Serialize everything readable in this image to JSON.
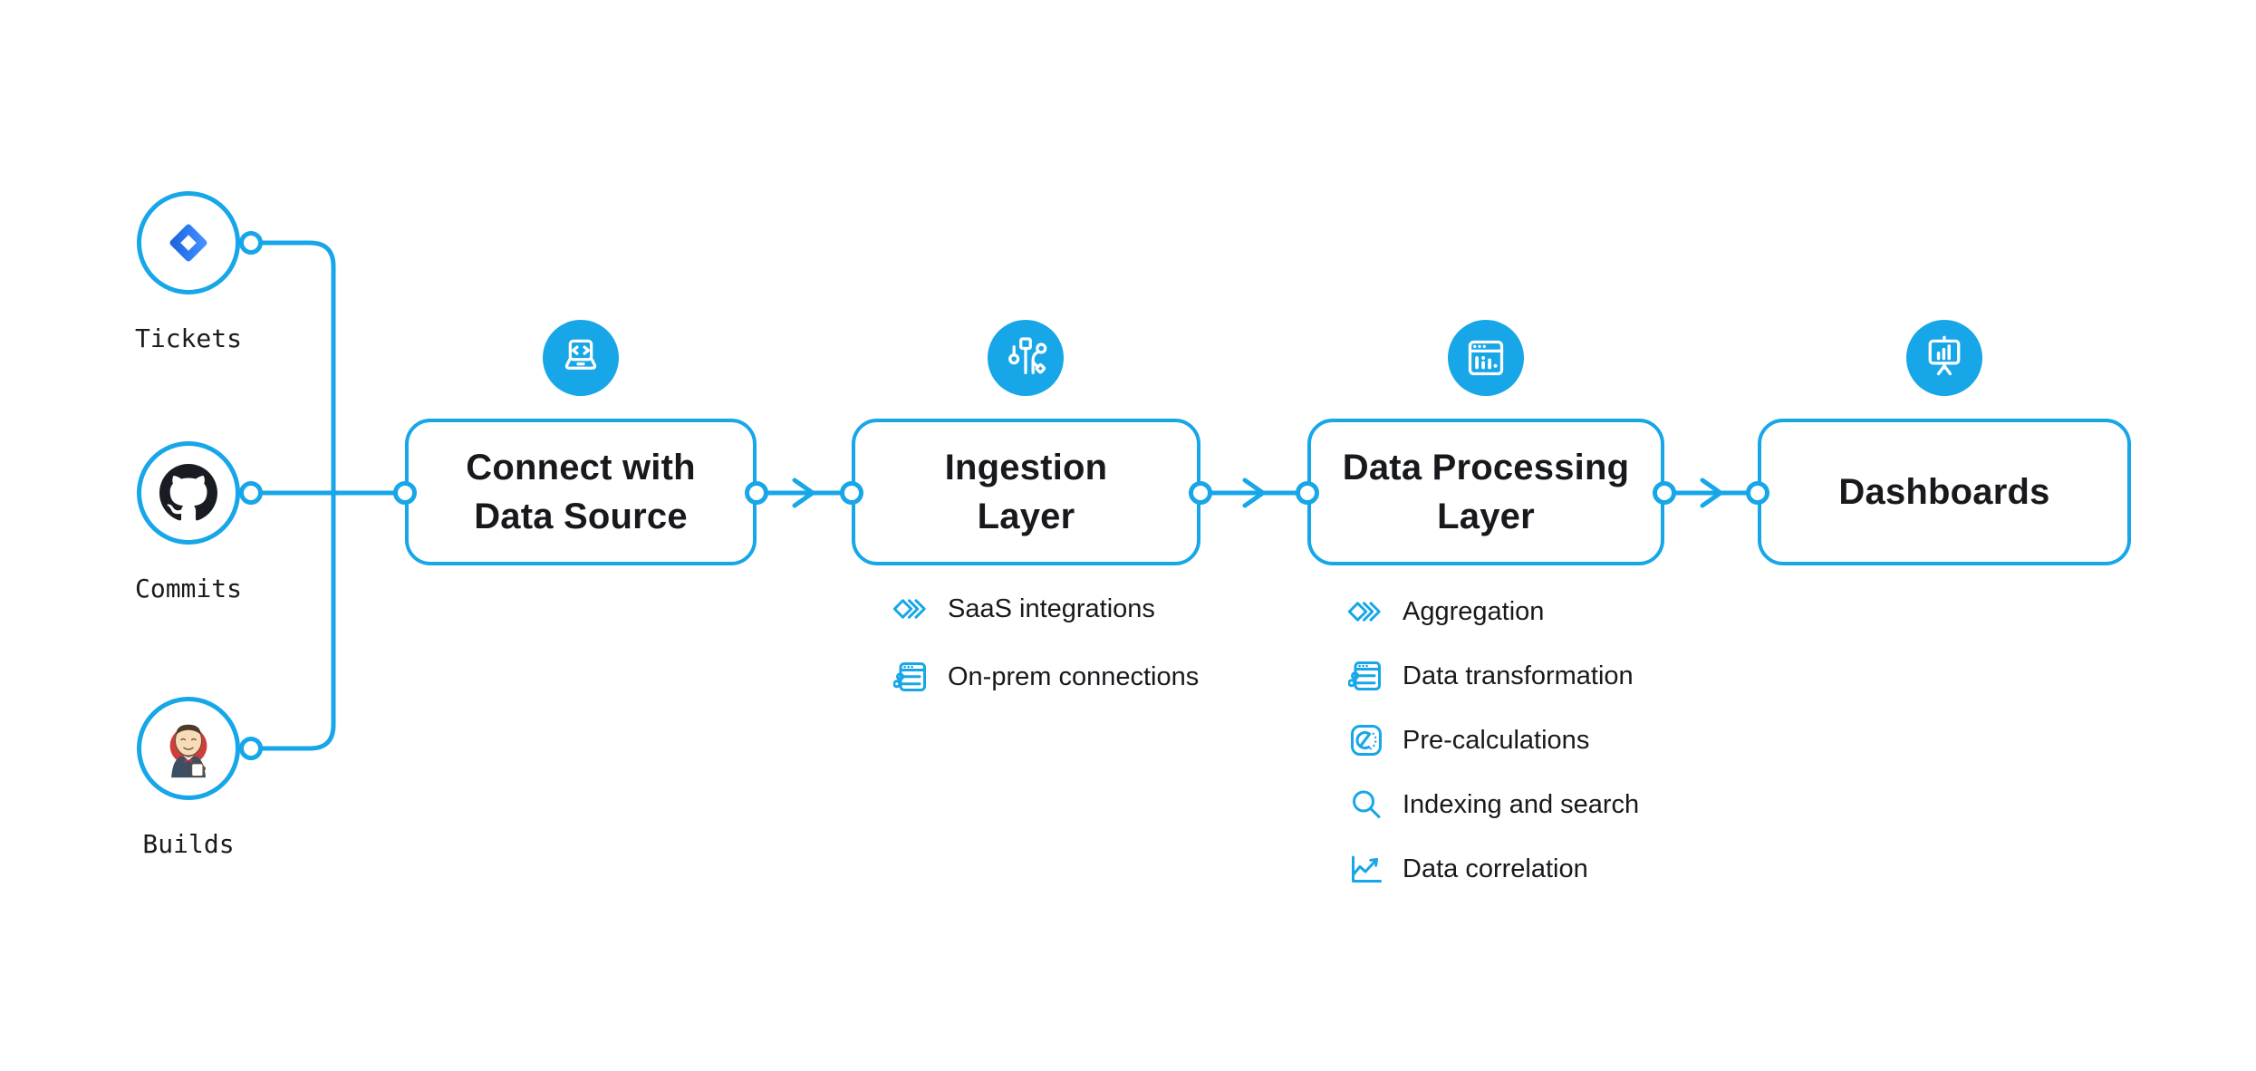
{
  "diagram_title": "",
  "colors": {
    "accent": "#17a6e8",
    "text": "#17191c",
    "background": "#ffffff",
    "jira_blue_light": "#4c94ff",
    "jira_blue_dark": "#1d5fd6",
    "github_black": "#191d23",
    "jenkins_red": "#cf3d3d",
    "jenkins_suit": "#3d4f63"
  },
  "sources": [
    {
      "label": "Tickets",
      "icon": "jira-icon"
    },
    {
      "label": "Commits",
      "icon": "github-icon"
    },
    {
      "label": "Builds",
      "icon": "jenkins-icon"
    }
  ],
  "stages": [
    {
      "title": "Connect with\nData Source",
      "icon": "laptop-code-icon",
      "features": []
    },
    {
      "title": "Ingestion\nLayer",
      "icon": "circuit-icon",
      "features": [
        {
          "label": "SaaS integrations",
          "icon": "stacked-diamonds-icon"
        },
        {
          "label": "On-prem connections",
          "icon": "window-sliders-icon"
        }
      ]
    },
    {
      "title": "Data Processing\nLayer",
      "icon": "window-chart-icon",
      "features": [
        {
          "label": "Aggregation",
          "icon": "stacked-diamonds-icon"
        },
        {
          "label": "Data transformation",
          "icon": "window-sliders-icon"
        },
        {
          "label": "Pre-calculations",
          "icon": "gauge-icon"
        },
        {
          "label": "Indexing and search",
          "icon": "search-icon"
        },
        {
          "label": "Data correlation",
          "icon": "line-chart-icon"
        }
      ]
    },
    {
      "title": "Dashboards",
      "icon": "presentation-chart-icon",
      "features": []
    }
  ]
}
